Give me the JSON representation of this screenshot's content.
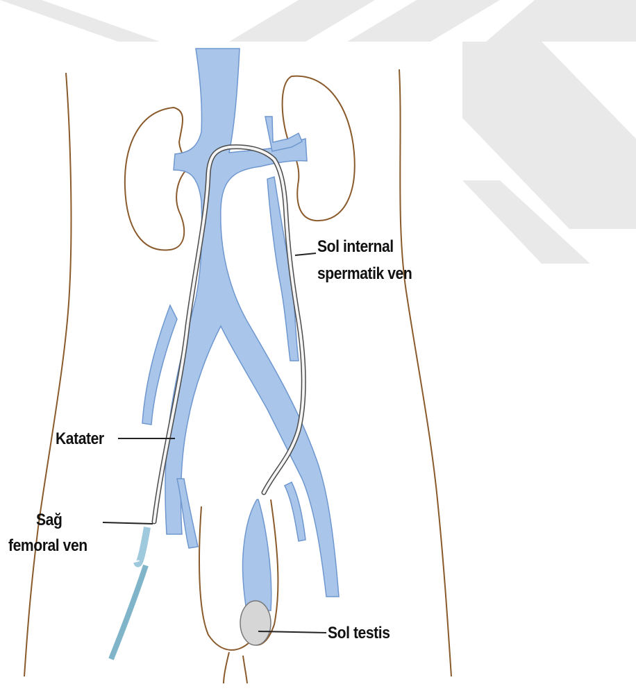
{
  "labels": {
    "left_spermatic_vein_line1": "Sol internal",
    "left_spermatic_vein_line2": "spermatik   ven",
    "catheter": "Katater",
    "right_femoral_vein_line1": "Sağ",
    "right_femoral_vein_line2": "femoral ven",
    "left_testis": "Sol testis"
  },
  "colors": {
    "vein_fill": "#a9c6ea",
    "vein_edge": "#6e97cf",
    "outline": "#8a5a2b",
    "catheter": "#f4f4f4",
    "catheter_edge": "#4a4a4a",
    "watermark": "#e6e6e6"
  }
}
